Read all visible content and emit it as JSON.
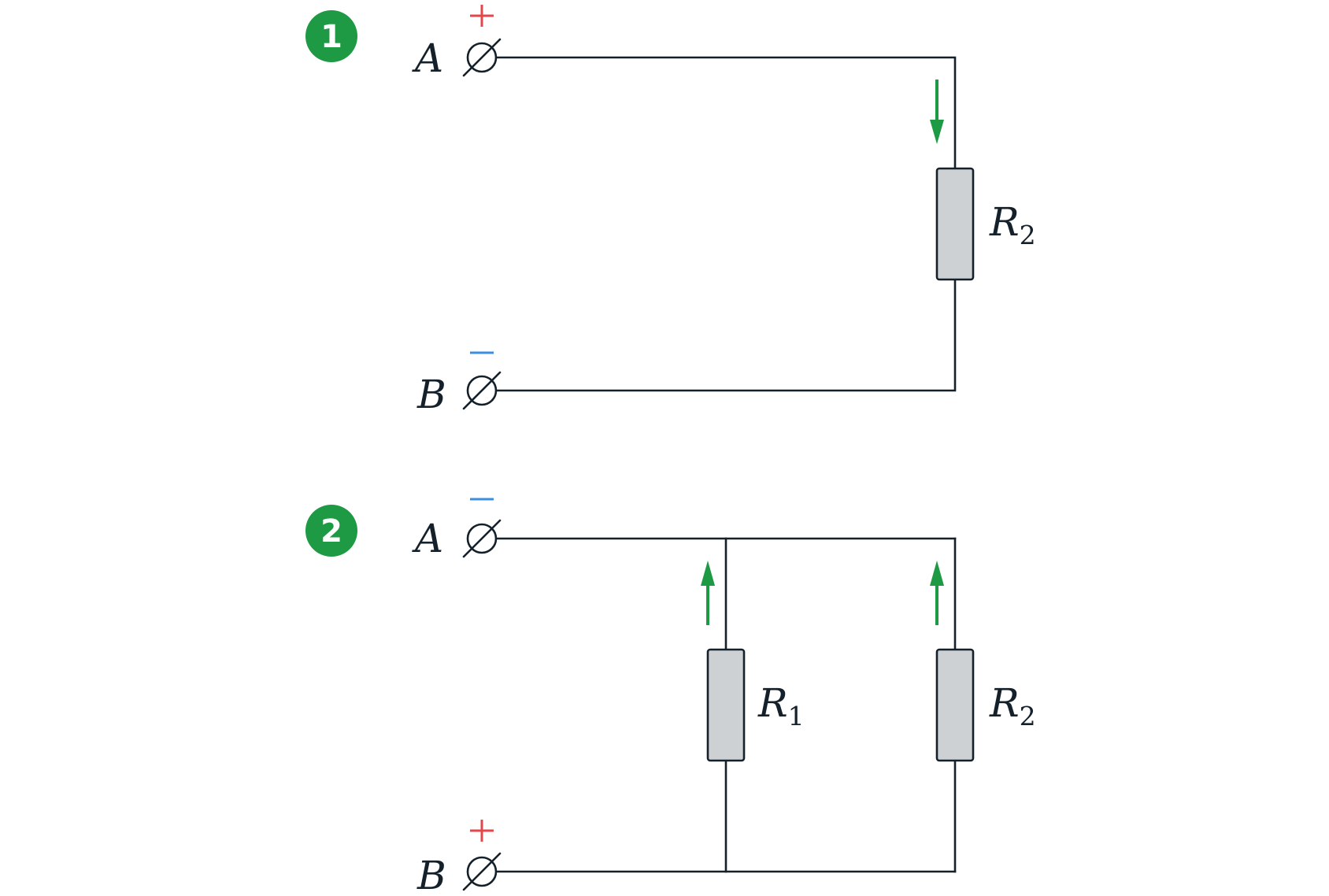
{
  "diagram": {
    "type": "circuit",
    "colors": {
      "wire": "#14202a",
      "resistor_fill": "#cdd1d4",
      "badge": "#1e9a45",
      "current_arrow": "#1e9a45",
      "positive": "#e4474a",
      "negative": "#3b8ee0"
    },
    "circuit1": {
      "badge": "1",
      "terminal_a": {
        "label": "A",
        "polarity": "+"
      },
      "terminal_b": {
        "label": "B",
        "polarity": "−"
      },
      "resistors": [
        {
          "label": "R",
          "subscript": "2"
        }
      ],
      "current_direction": "down"
    },
    "circuit2": {
      "badge": "2",
      "terminal_a": {
        "label": "A",
        "polarity": "−"
      },
      "terminal_b": {
        "label": "B",
        "polarity": "+"
      },
      "resistors": [
        {
          "label": "R",
          "subscript": "1"
        },
        {
          "label": "R",
          "subscript": "2"
        }
      ],
      "current_direction": "up"
    }
  }
}
